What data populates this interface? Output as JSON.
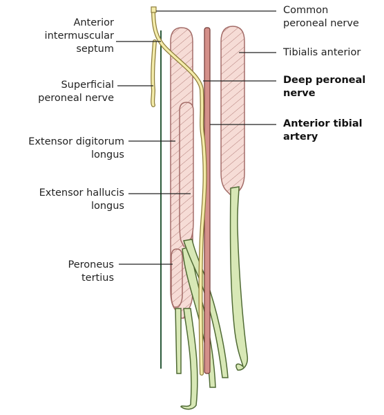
{
  "labels": {
    "anterior_intermuscular_septum": [
      "Anterior",
      "intermuscular",
      "septum"
    ],
    "superficial_peroneal_nerve": [
      "Superficial",
      "peroneal nerve"
    ],
    "extensor_digitorum_longus": [
      "Extensor digitorum",
      "longus"
    ],
    "extensor_hallucis_longus": [
      "Extensor hallucis",
      "longus"
    ],
    "peroneus_tertius": [
      "Peroneus",
      "tertius"
    ],
    "common_peroneal_nerve": [
      "Common",
      "peroneal nerve"
    ],
    "tibialis_anterior": [
      "Tibialis anterior"
    ],
    "deep_peroneal_nerve": [
      "Deep peroneal",
      "nerve"
    ],
    "anterior_tibial_artery": [
      "Anterior tibial",
      "artery"
    ]
  },
  "colors": {
    "muscle_fill": "#f6dcd6",
    "muscle_outline": "#a36c68",
    "tendon_fill": "#d8e8b6",
    "tendon_outline": "#4f6a34",
    "nerve_fill": "#f4ecaa",
    "nerve_outline": "#8c7c3a",
    "artery_fill": "#d4908a",
    "artery_outline": "#6e3633",
    "septum": "#2b5a3a",
    "leader": "#222222"
  }
}
